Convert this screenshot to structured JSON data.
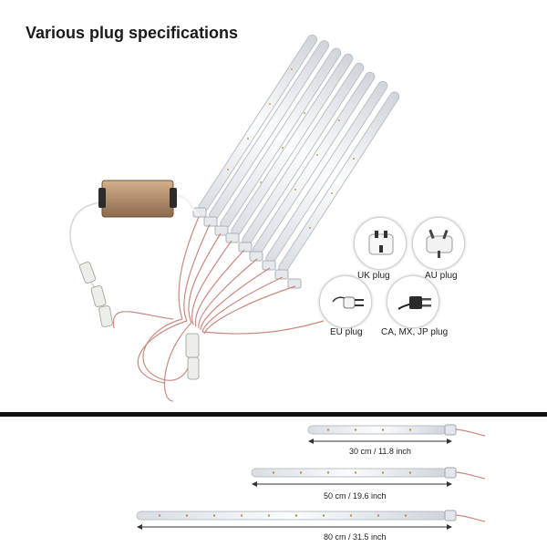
{
  "title": "Various plug specifications",
  "plugs": {
    "uk": {
      "label": "UK plug",
      "icon": "uk-plug-icon"
    },
    "au": {
      "label": "AU plug",
      "icon": "au-plug-icon"
    },
    "eu": {
      "label": "EU plug",
      "icon": "eu-plug-icon"
    },
    "us": {
      "label": "CA, MX, JP plug",
      "icon": "us-plug-icon"
    }
  },
  "lengths": [
    {
      "label": "30 cm / 11.8 inch"
    },
    {
      "label": "50 cm / 19.6 inch"
    },
    {
      "label": "80 cm / 31.5 inch"
    }
  ],
  "colors": {
    "tube": "#eef1f4",
    "wire": "#c98a80",
    "adapter": "#b08a6a",
    "divider": "#111111"
  }
}
